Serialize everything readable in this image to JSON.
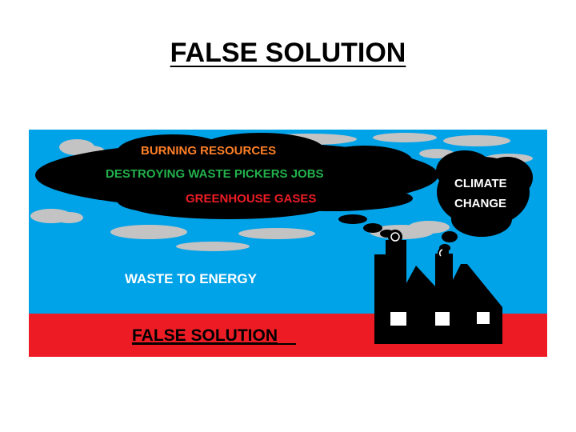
{
  "slide": {
    "title": "FALSE SOLUTION"
  },
  "illustration": {
    "smoke_cloud_large": {
      "line1": "BURNING RESOURCES",
      "line2": "DESTROYING WASTE PICKERS JOBS",
      "line3": "GREENHOUSE GASES"
    },
    "smoke_cloud_small": {
      "line1": "CLIMATE",
      "line2": "CHANGE"
    },
    "caption": "WASTE TO ENERGY",
    "ground_label": "FALSE SOLUTION",
    "colors": {
      "sky": "#00a2e8",
      "ground": "#ed1c24",
      "smoke": "#000000",
      "clouds": "#c3c3c3",
      "orange_text": "#ff7f27",
      "green_text": "#22b14c",
      "red_text": "#ed1c24",
      "white_text": "#ffffff",
      "ground_text": "#000000"
    }
  }
}
